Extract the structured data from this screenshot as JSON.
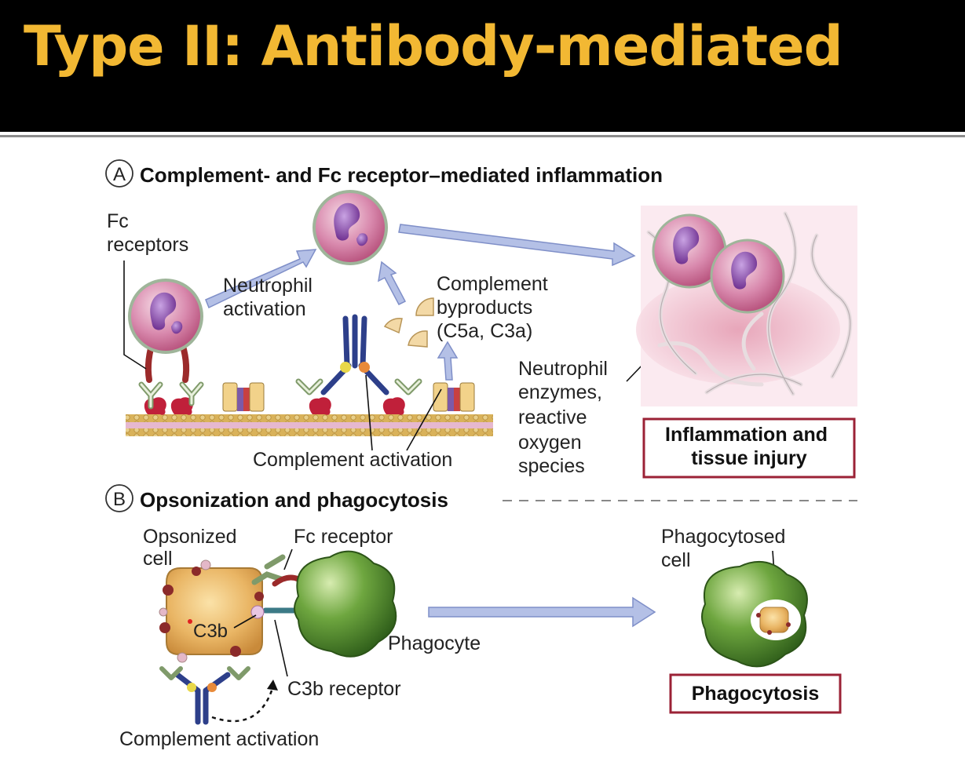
{
  "title": "Type II: Antibody-mediated",
  "colors": {
    "title_bg": "#000000",
    "title_text": "#f2b833",
    "arrow": "#a9b6e0",
    "neutrophil": "#c86a95",
    "phagocyte": "#4f8a2c",
    "box_border": "#9b2236"
  },
  "panel_a": {
    "letter": "A",
    "heading": "Complement- and Fc receptor–mediated inflammation",
    "fc_receptors": [
      "Fc",
      "receptors"
    ],
    "neutrophil_activation": [
      "Neutrophil",
      "activation"
    ],
    "complement_byproducts": [
      "Complement",
      "byproducts",
      "(C5a, C3a)"
    ],
    "neutrophil_enzymes": [
      "Neutrophil",
      "enzymes,",
      "reactive",
      "oxygen",
      "species"
    ],
    "complement_activation": "Complement activation",
    "outcome": [
      "Inflammation and",
      "tissue injury"
    ]
  },
  "panel_b": {
    "letter": "B",
    "heading": "Opsonization and phagocytosis",
    "opsonized_cell": [
      "Opsonized",
      "cell"
    ],
    "fc_receptor": "Fc receptor",
    "c3b": "C3b",
    "phagocyte": "Phagocyte",
    "c3b_receptor": "C3b receptor",
    "complement_activation": "Complement activation",
    "phagocytosed_cell": [
      "Phagocytosed",
      "cell"
    ],
    "outcome": "Phagocytosis"
  }
}
